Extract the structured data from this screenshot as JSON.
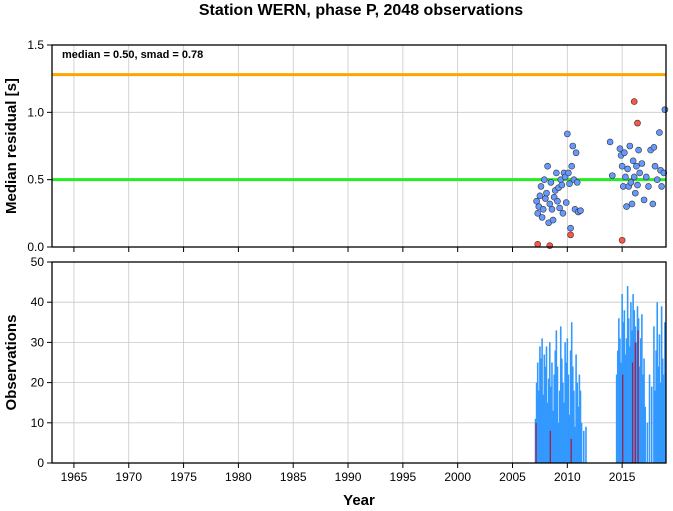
{
  "chart_data": [
    {
      "type": "scatter",
      "title": "Station WERN, phase P, 2048 observations",
      "xlabel": "",
      "ylabel": "Median residual [s]",
      "xlim": [
        1963,
        2019
      ],
      "ylim": [
        0,
        1.5
      ],
      "yticks": [
        "0.0",
        "0.5",
        "1.0",
        "1.5"
      ],
      "grid": true,
      "annotation": "median = 0.50, smad = 0.78",
      "reference_lines": [
        {
          "value": 0.5,
          "color": "#22ee22"
        },
        {
          "value": 1.28,
          "color": "#ffa500"
        }
      ],
      "series": [
        {
          "color": "#6699ff",
          "points": [
            [
              2007.2,
              0.34
            ],
            [
              2007.3,
              0.25
            ],
            [
              2007.4,
              0.3
            ],
            [
              2007.5,
              0.38
            ],
            [
              2007.6,
              0.45
            ],
            [
              2007.7,
              0.22
            ],
            [
              2007.8,
              0.28
            ],
            [
              2007.9,
              0.5
            ],
            [
              2008.0,
              0.36
            ],
            [
              2008.1,
              0.4
            ],
            [
              2008.2,
              0.6
            ],
            [
              2008.3,
              0.18
            ],
            [
              2008.4,
              0.32
            ],
            [
              2008.5,
              0.48
            ],
            [
              2008.6,
              0.28
            ],
            [
              2008.7,
              0.2
            ],
            [
              2008.8,
              0.37
            ],
            [
              2008.9,
              0.42
            ],
            [
              2009.0,
              0.55
            ],
            [
              2009.1,
              0.34
            ],
            [
              2009.2,
              0.44
            ],
            [
              2009.3,
              0.29
            ],
            [
              2009.4,
              0.5
            ],
            [
              2009.5,
              0.46
            ],
            [
              2009.6,
              0.25
            ],
            [
              2009.7,
              0.55
            ],
            [
              2009.8,
              0.52
            ],
            [
              2009.9,
              0.33
            ],
            [
              2010.0,
              0.84
            ],
            [
              2010.1,
              0.55
            ],
            [
              2010.2,
              0.47
            ],
            [
              2010.3,
              0.14
            ],
            [
              2010.4,
              0.6
            ],
            [
              2010.5,
              0.75
            ],
            [
              2010.6,
              0.5
            ],
            [
              2010.7,
              0.28
            ],
            [
              2010.8,
              0.7
            ],
            [
              2010.9,
              0.48
            ],
            [
              2011.0,
              0.26
            ],
            [
              2011.2,
              0.27
            ],
            [
              2013.9,
              0.78
            ],
            [
              2014.1,
              0.53
            ],
            [
              2014.8,
              0.73
            ],
            [
              2014.9,
              0.68
            ],
            [
              2015.0,
              0.6
            ],
            [
              2015.1,
              0.45
            ],
            [
              2015.2,
              0.7
            ],
            [
              2015.3,
              0.52
            ],
            [
              2015.4,
              0.3
            ],
            [
              2015.5,
              0.58
            ],
            [
              2015.6,
              0.45
            ],
            [
              2015.7,
              0.75
            ],
            [
              2015.8,
              0.48
            ],
            [
              2015.9,
              0.32
            ],
            [
              2016.0,
              0.64
            ],
            [
              2016.1,
              0.52
            ],
            [
              2016.2,
              0.4
            ],
            [
              2016.3,
              0.6
            ],
            [
              2016.4,
              0.46
            ],
            [
              2016.5,
              0.72
            ],
            [
              2016.6,
              0.55
            ],
            [
              2016.8,
              0.62
            ],
            [
              2017.0,
              0.35
            ],
            [
              2017.2,
              0.52
            ],
            [
              2017.4,
              0.45
            ],
            [
              2017.6,
              0.72
            ],
            [
              2017.8,
              0.32
            ],
            [
              2017.9,
              0.74
            ],
            [
              2018.0,
              0.6
            ],
            [
              2018.2,
              0.5
            ],
            [
              2018.4,
              0.85
            ],
            [
              2018.5,
              0.57
            ],
            [
              2018.6,
              0.45
            ],
            [
              2018.8,
              0.55
            ],
            [
              2018.9,
              1.02
            ]
          ]
        },
        {
          "color": "#ff5544",
          "points": [
            [
              2007.3,
              0.02
            ],
            [
              2008.4,
              0.01
            ],
            [
              2010.3,
              0.09
            ],
            [
              2015.0,
              0.05
            ],
            [
              2016.1,
              1.08
            ],
            [
              2016.4,
              0.92
            ]
          ]
        }
      ]
    },
    {
      "type": "bar",
      "title": "",
      "xlabel": "Year",
      "ylabel": "Observations",
      "xlim": [
        1963,
        2019
      ],
      "ylim": [
        0,
        50
      ],
      "xticks": [
        "1965",
        "1970",
        "1975",
        "1980",
        "1985",
        "1990",
        "1995",
        "2000",
        "2005",
        "2010",
        "2015"
      ],
      "yticks": [
        "0",
        "10",
        "20",
        "30",
        "40",
        "50"
      ],
      "grid": true,
      "series": [
        {
          "color": "#3399ff",
          "points": [
            [
              2007.1,
              11
            ],
            [
              2007.2,
              20
            ],
            [
              2007.3,
              25
            ],
            [
              2007.4,
              18
            ],
            [
              2007.5,
              29
            ],
            [
              2007.6,
              26
            ],
            [
              2007.7,
              31
            ],
            [
              2007.8,
              17
            ],
            [
              2007.9,
              27
            ],
            [
              2008.0,
              24
            ],
            [
              2008.1,
              29
            ],
            [
              2008.2,
              15
            ],
            [
              2008.3,
              21
            ],
            [
              2008.4,
              30
            ],
            [
              2008.5,
              19
            ],
            [
              2008.6,
              25
            ],
            [
              2008.7,
              13
            ],
            [
              2008.8,
              22
            ],
            [
              2008.9,
              28
            ],
            [
              2009.0,
              33
            ],
            [
              2009.1,
              24
            ],
            [
              2009.2,
              10
            ],
            [
              2009.3,
              18
            ],
            [
              2009.4,
              34
            ],
            [
              2009.5,
              26
            ],
            [
              2009.6,
              20
            ],
            [
              2009.7,
              15
            ],
            [
              2009.8,
              30
            ],
            [
              2009.9,
              25
            ],
            [
              2010.0,
              31
            ],
            [
              2010.1,
              22
            ],
            [
              2010.2,
              12
            ],
            [
              2010.3,
              28
            ],
            [
              2010.4,
              35
            ],
            [
              2010.5,
              24
            ],
            [
              2010.6,
              18
            ],
            [
              2010.7,
              9
            ],
            [
              2010.8,
              27
            ],
            [
              2010.9,
              20
            ],
            [
              2011.0,
              14
            ],
            [
              2011.1,
              22
            ],
            [
              2011.2,
              18
            ],
            [
              2011.3,
              10
            ],
            [
              2011.5,
              8
            ],
            [
              2011.7,
              9
            ],
            [
              2014.5,
              22
            ],
            [
              2014.6,
              28
            ],
            [
              2014.7,
              36
            ],
            [
              2014.8,
              31
            ],
            [
              2014.9,
              25
            ],
            [
              2015.0,
              42
            ],
            [
              2015.1,
              35
            ],
            [
              2015.2,
              38
            ],
            [
              2015.3,
              27
            ],
            [
              2015.4,
              31
            ],
            [
              2015.5,
              44
            ],
            [
              2015.6,
              36
            ],
            [
              2015.7,
              29
            ],
            [
              2015.8,
              40
            ],
            [
              2015.9,
              33
            ],
            [
              2016.0,
              42
            ],
            [
              2016.1,
              38
            ],
            [
              2016.2,
              34
            ],
            [
              2016.3,
              30
            ],
            [
              2016.4,
              39
            ],
            [
              2016.5,
              36
            ],
            [
              2016.6,
              24
            ],
            [
              2016.7,
              31
            ],
            [
              2016.8,
              37
            ],
            [
              2016.9,
              22
            ],
            [
              2017.0,
              26
            ],
            [
              2017.1,
              14
            ],
            [
              2017.3,
              10
            ],
            [
              2017.5,
              22
            ],
            [
              2017.7,
              19
            ],
            [
              2017.9,
              34
            ],
            [
              2018.0,
              18
            ],
            [
              2018.1,
              28
            ],
            [
              2018.2,
              40
            ],
            [
              2018.3,
              24
            ],
            [
              2018.4,
              32
            ],
            [
              2018.5,
              20
            ],
            [
              2018.6,
              39
            ],
            [
              2018.7,
              26
            ],
            [
              2018.8,
              22
            ],
            [
              2018.9,
              35
            ]
          ]
        },
        {
          "color": "#99224f",
          "points": [
            [
              2007.15,
              10
            ],
            [
              2008.45,
              8
            ],
            [
              2010.35,
              6
            ],
            [
              2015.05,
              22
            ],
            [
              2015.95,
              25
            ],
            [
              2016.2,
              30
            ],
            [
              2016.45,
              33
            ]
          ]
        }
      ]
    }
  ]
}
